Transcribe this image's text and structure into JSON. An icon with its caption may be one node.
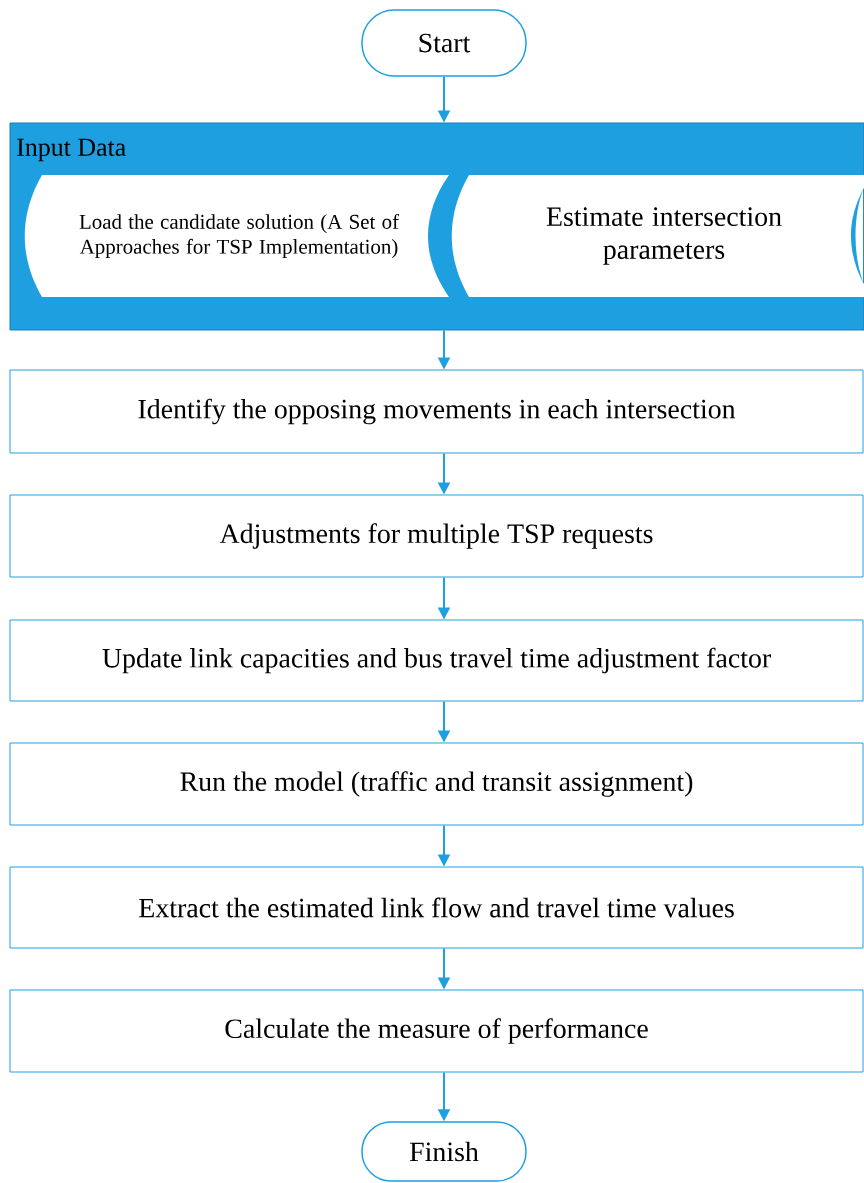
{
  "diagram": {
    "nodes": [
      {
        "text": [
          "Start"
        ]
      },
      {
        "text": [
          "Input Data"
        ]
      },
      {
        "text": [
          "Load the candidate solution (A Set of Approaches for TSP Implementation)"
        ],
        "in": 1
      },
      {
        "text": [
          "Estimate intersection parameters"
        ],
        "in": 1
      },
      {
        "text": [],
        "shape": "box",
        "in": 1
      },
      {
        "text": [
          "Identify the opposing movements in each intersection"
        ]
      },
      {
        "text": [
          "Adjustments for multiple TSP requests"
        ]
      },
      {
        "text": [
          "Update link capacities and bus travel time adjustment factor"
        ]
      },
      {
        "text": [
          "Run the model (traffic and transit assignment)"
        ]
      },
      {
        "text": [
          "Extract the estimated link flow and travel time values"
        ]
      },
      {
        "text": [
          "Calculate the measure of performance"
        ]
      },
      {
        "text": [
          "Finish"
        ]
      }
    ],
    "edges": [
      {
        "from": 0,
        "to": 1,
        "arrow": "to"
      },
      {
        "from": 1,
        "to": 5,
        "arrow": "to"
      },
      {
        "from": 5,
        "to": 6,
        "arrow": "to"
      },
      {
        "from": 6,
        "to": 7,
        "arrow": "to"
      },
      {
        "from": 7,
        "to": 8,
        "arrow": "to"
      },
      {
        "from": 8,
        "to": 9,
        "arrow": "to"
      },
      {
        "from": 9,
        "to": 10,
        "arrow": "to"
      },
      {
        "from": 10,
        "to": 11,
        "arrow": "to"
      }
    ]
  }
}
